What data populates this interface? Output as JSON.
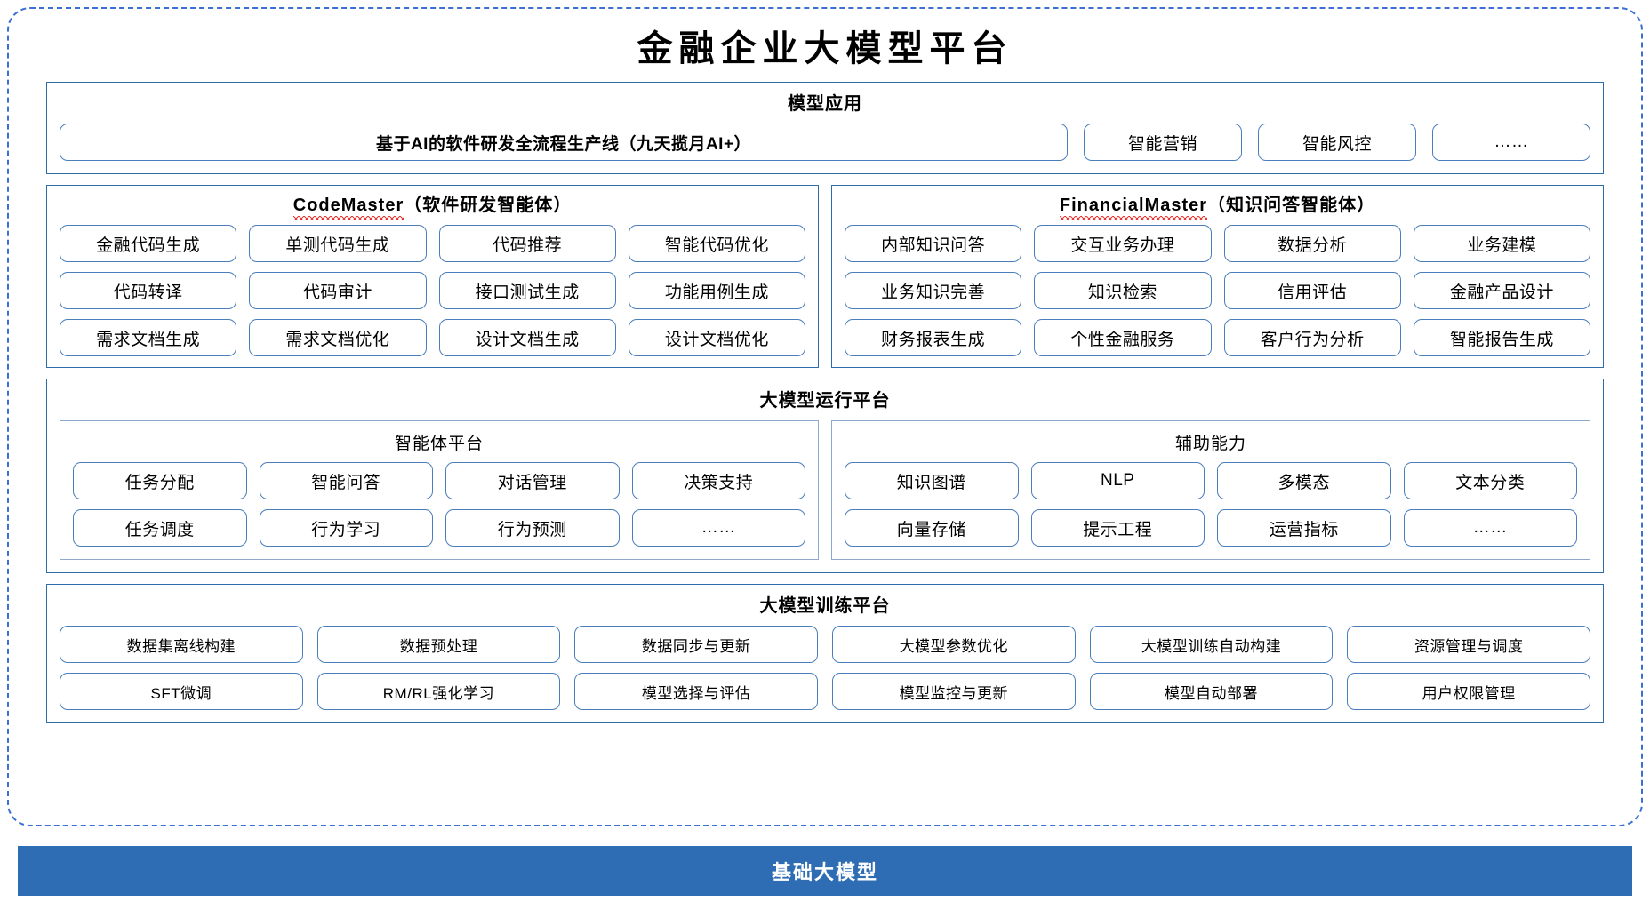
{
  "title": "金融企业大模型平台",
  "colors": {
    "outer_border": "#3B6FD4",
    "panel_border": "#2E6DA8",
    "pill_border": "#4A7EBB",
    "subpanel_border": "#8EA9CC",
    "base_bar": "#2E6DB4",
    "squiggle": "#E53935"
  },
  "application": {
    "title": "模型应用",
    "primary": "基于AI的软件研发全流程生产线（九天揽月AI+）",
    "items": [
      "智能营销",
      "智能风控",
      "……"
    ]
  },
  "agents": [
    {
      "latin": "CodeMaster",
      "suffix": "（软件研发智能体）",
      "items": [
        "金融代码生成",
        "单测代码生成",
        "代码推荐",
        "智能代码优化",
        "代码转译",
        "代码审计",
        "接口测试生成",
        "功能用例生成",
        "需求文档生成",
        "需求文档优化",
        "设计文档生成",
        "设计文档优化"
      ]
    },
    {
      "latin": "FinancialMaster",
      "suffix": "（知识问答智能体）",
      "items": [
        "内部知识问答",
        "交互业务办理",
        "数据分析",
        "业务建模",
        "业务知识完善",
        "知识检索",
        "信用评估",
        "金融产品设计",
        "财务报表生成",
        "个性金融服务",
        "客户行为分析",
        "智能报告生成"
      ]
    }
  ],
  "runtime": {
    "title": "大模型运行平台",
    "subpanels": [
      {
        "title": "智能体平台",
        "items": [
          "任务分配",
          "智能问答",
          "对话管理",
          "决策支持",
          "任务调度",
          "行为学习",
          "行为预测",
          "……"
        ]
      },
      {
        "title": "辅助能力",
        "items": [
          "知识图谱",
          "NLP",
          "多模态",
          "文本分类",
          "向量存储",
          "提示工程",
          "运营指标",
          "……"
        ]
      }
    ]
  },
  "training": {
    "title": "大模型训练平台",
    "items": [
      "数据集离线构建",
      "数据预处理",
      "数据同步与更新",
      "大模型参数优化",
      "大模型训练自动构建",
      "资源管理与调度",
      "SFT微调",
      "RM/RL强化学习",
      "模型选择与评估",
      "模型监控与更新",
      "模型自动部署",
      "用户权限管理"
    ]
  },
  "base": {
    "label": "基础大模型"
  }
}
